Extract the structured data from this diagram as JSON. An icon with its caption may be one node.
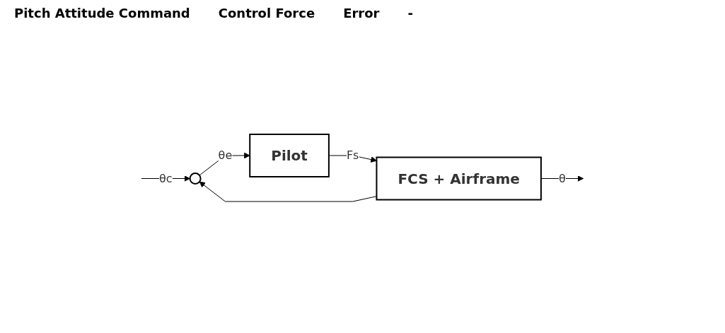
{
  "diagram": {
    "nodes": [
      {
        "text": [],
        "shape": "circle"
      },
      {
        "text": [
          "Pilot"
        ]
      },
      {
        "text": [
          "FCS + Airframe"
        ]
      }
    ],
    "edges": [
      {
        "from": null,
        "to": 0,
        "arrow": "to",
        "label": "θc"
      },
      {
        "from": 0,
        "to": 1,
        "arrow": "to",
        "label": "θe"
      },
      {
        "from": 1,
        "to": 2,
        "arrow": "to",
        "label": "Fs"
      },
      {
        "from": 2,
        "to": null,
        "arrow": "to",
        "label": "θ"
      },
      {
        "from": 2,
        "to": 0,
        "arrow": "to"
      }
    ],
    "labels": [
      "Pitch Attitude Command",
      "Control Force",
      "Error",
      "-"
    ]
  }
}
